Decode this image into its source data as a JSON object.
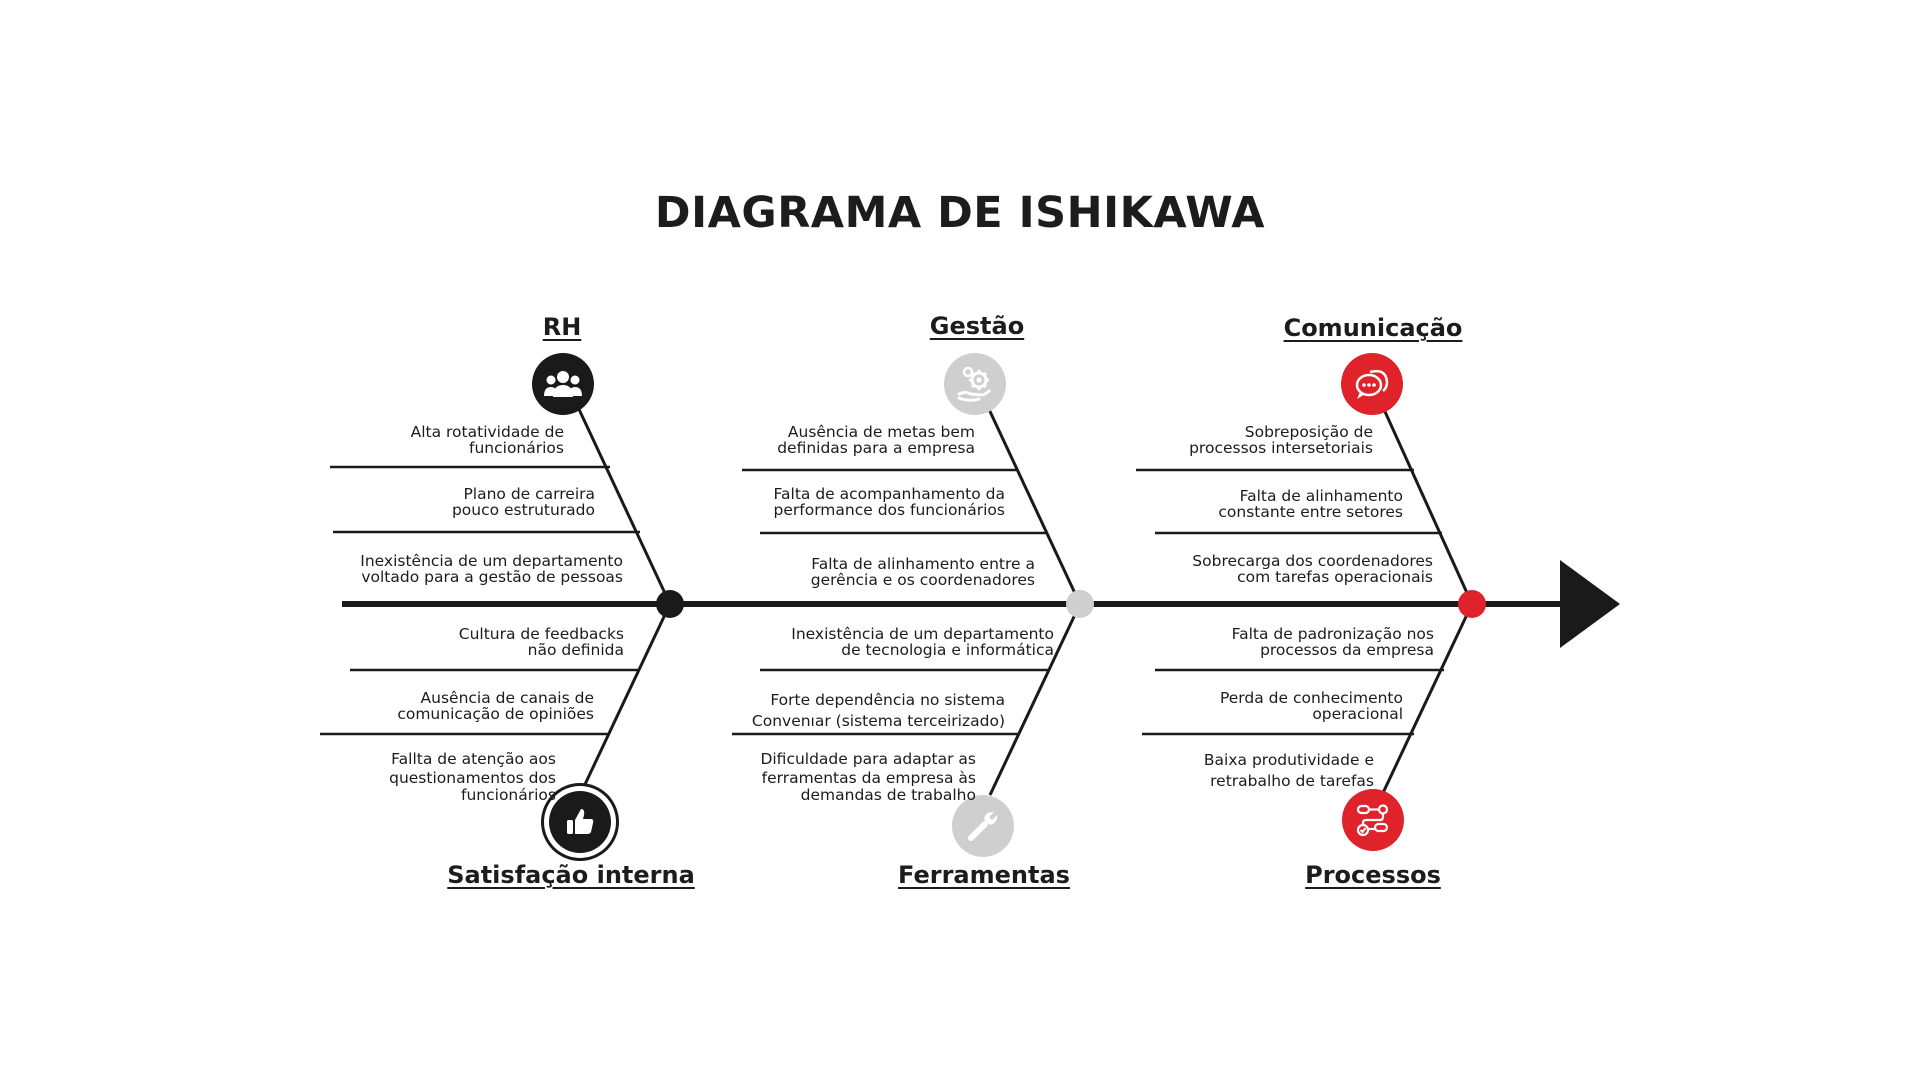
{
  "title": "DIAGRAMA DE ISHIKAWA",
  "colors": {
    "black": "#1a1a1a",
    "gray": "#cfcfcf",
    "red": "#e0232b"
  },
  "categories": {
    "rh": {
      "label": "RH",
      "icon": "people-group-icon"
    },
    "gestao": {
      "label": "Gestão",
      "icon": "gear-hand-icon"
    },
    "comunicacao": {
      "label": "Comunicação",
      "icon": "chat-bubbles-icon"
    },
    "satisfacao": {
      "label": "Satisfação interna",
      "icon": "thumbs-up-icon"
    },
    "ferramentas": {
      "label": "Ferramentas",
      "icon": "wrench-icon"
    },
    "processos": {
      "label": "Processos",
      "icon": "process-flow-icon"
    }
  },
  "causes": {
    "rh": [
      [
        "Alta rotatividade de",
        "funcionários"
      ],
      [
        "Plano de carreira",
        "pouco estruturado"
      ],
      [
        "Inexistência de um departamento",
        "voltado para a gestão de pessoas"
      ]
    ],
    "satisfacao": [
      [
        "Cultura de feedbacks",
        "não definida"
      ],
      [
        "Ausência de canais de",
        "comunicação de opiniões"
      ],
      [
        "Fallta de atenção aos",
        "questionamentos dos",
        "funcionários"
      ]
    ],
    "gestao": [
      [
        "Ausência de metas bem",
        "definidas para a empresa"
      ],
      [
        "Falta de acompanhamento da",
        "performance dos funcionários"
      ],
      [
        "Falta de alinhamento entre a",
        "gerência e os coordenadores"
      ]
    ],
    "ferramentas": [
      [
        "Inexistência de um departamento",
        "de tecnologia e informática"
      ],
      [
        "Forte dependência no sistema",
        "Convenıar (sistema terceirizado)"
      ],
      [
        "Dificuldade para adaptar as",
        "ferramentas da empresa às",
        "demandas de trabalho"
      ]
    ],
    "comunicacao": [
      [
        "Sobreposição de",
        "processos intersetoriais"
      ],
      [
        "Falta de alinhamento",
        "constante entre setores"
      ],
      [
        "Sobrecarga dos coordenadores",
        "com tarefas operacionais"
      ]
    ],
    "processos": [
      [
        "Falta de padronização nos",
        "processos da empresa"
      ],
      [
        "Perda de conhecimento",
        "operacional"
      ],
      [
        "Baixa produtividade e",
        "retrabalho de tarefas"
      ]
    ]
  }
}
